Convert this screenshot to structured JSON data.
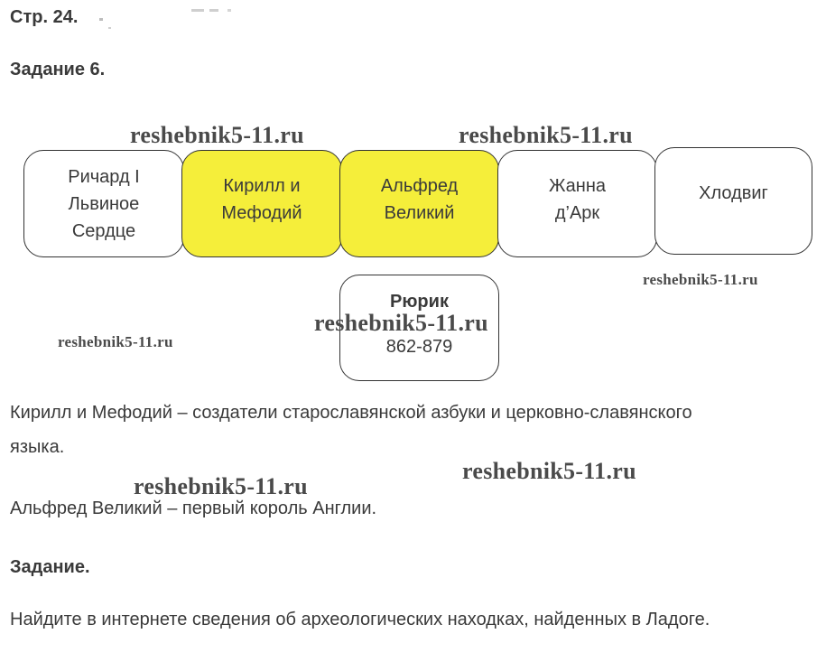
{
  "page": {
    "page_label": "Стр. 24.",
    "task_heading": "Задание 6."
  },
  "cards": {
    "richard": "Ричард I\nЛьвиное\nСердце",
    "cyril": "Кирилл и\nМефодий",
    "alfred": "Альфред\nВеликий",
    "joan": "Жанна\nд’Арк",
    "clovis": "Хлодвиг",
    "rurik_name": "Рюрик",
    "rurik_years": "862-879"
  },
  "colors": {
    "highlight": "#f5ee3a",
    "border": "#333333",
    "text": "#3a3a3a"
  },
  "answers": {
    "line1": "Кирилл и Мефодий – создатели старославянской азбуки и церковно-славянского",
    "line2": "языка.",
    "line3": "Альфред Великий – первый король Англии."
  },
  "extra": {
    "heading": "Задание.",
    "text": "Найдите в интернете сведения об археологических находках, найденных в Ладоге."
  },
  "watermark": {
    "text": "reshebnik5-11.ru"
  }
}
